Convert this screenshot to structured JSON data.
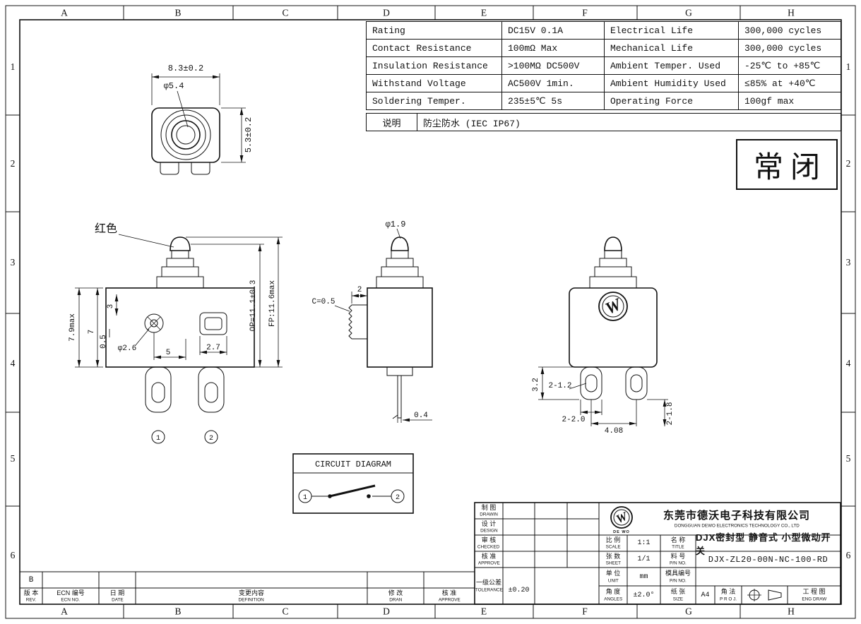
{
  "sheet": {
    "cols": [
      "A",
      "B",
      "C",
      "D",
      "E",
      "F",
      "G",
      "H"
    ],
    "rows": [
      "1",
      "2",
      "3",
      "4",
      "5",
      "6"
    ],
    "rev_marker": "B"
  },
  "spec_table": {
    "rows": [
      [
        "Rating",
        "DC15V 0.1A",
        "Electrical Life",
        "300,000 cycles"
      ],
      [
        "Contact Resistance",
        "100mΩ Max",
        "Mechanical Life",
        "300,000 cycles"
      ],
      [
        "Insulation Resistance",
        ">100MΩ DC500V",
        "Ambient Temper. Used",
        "-25℃ to +85℃"
      ],
      [
        "Withstand Voltage",
        "AC500V 1min.",
        "Ambient Humidity Used",
        "≤85% at +40℃"
      ],
      [
        "Soldering Temper.",
        "235±5℃ 5s",
        "Operating Force",
        "100gf max"
      ]
    ],
    "note_label": "说明",
    "note_value": "防尘防水 (IEC IP67)"
  },
  "state_box": {
    "label": "常闭"
  },
  "views": {
    "top": {
      "dim_width": "8.3±0.2",
      "dim_dia": "φ5.4",
      "dim_height": "5.3±0.2"
    },
    "front": {
      "color_label": "红色",
      "dim_total_h": "7.9max",
      "dim_7": "7",
      "dim_3": "3",
      "dim_05": "0.5",
      "dim_dia": "φ2.6",
      "dim_5": "5",
      "dim_27": "2.7",
      "dim_op": "OP=11.1±0.3",
      "dim_fp": "FP:11.6max",
      "terminal_1": "1",
      "terminal_2": "2"
    },
    "side": {
      "dim_dia": "φ1.9",
      "dim_c": "C=0.5",
      "dim_2": "2",
      "dim_04": "0.4"
    },
    "back": {
      "dim_32": "3.2",
      "dim_2x12": "2-1.2",
      "dim_2x20": "2-2.0",
      "dim_408": "4.08",
      "dim_2x18": "2-1.8"
    }
  },
  "circuit": {
    "title": "CIRCUIT DIAGRAM",
    "terminal_1": "1",
    "terminal_2": "2"
  },
  "title_block": {
    "company_cn": "东莞市德沃电子科技有限公司",
    "company_en": "DONGGUAN DEWO ELECTRONICS TECHNOLOGY CO., LTD",
    "logo_caption": "DE WO",
    "drawin": {
      "cn": "制 图",
      "en": "DRAWIN"
    },
    "design": {
      "cn": "设 计",
      "en": "DESIGN"
    },
    "checked": {
      "cn": "审 核",
      "en": "CHECKED"
    },
    "approve": {
      "cn": "核 准",
      "en": "APPROVE"
    },
    "tolerance": {
      "cn": "一级公差",
      "en": "TOLERANCE",
      "value": "±0.20"
    },
    "scale": {
      "cn": "比 例",
      "en": "SCALE",
      "value": "1:1"
    },
    "sheet": {
      "cn": "张 数",
      "en": "SHEET",
      "value": "1/1"
    },
    "unit": {
      "cn": "单 位",
      "en": "UNIT",
      "value": "mm"
    },
    "angles": {
      "cn": "角 度",
      "en": "ANGLES",
      "value": "±2.0°"
    },
    "title": {
      "cn": "名 称",
      "en": "TITLE",
      "value": "DJX密封型 静音式 小型微动开关"
    },
    "part_no": {
      "cn": "料 号",
      "en": "P/N NO.",
      "value": "DJX-ZL20-00N-NC-100-RD"
    },
    "mold_no": {
      "cn": "模具编号",
      "en": "P/N NO."
    },
    "size": {
      "cn": "纸 张",
      "en": "SIZE",
      "value": "A4"
    },
    "projection": {
      "cn": "角 法",
      "en": "P R O J."
    },
    "eng_draw": {
      "cn": "工 程 图",
      "en": "ENG DRAW"
    }
  },
  "rev_strip": {
    "rev": {
      "cn": "版 本",
      "en": "REV."
    },
    "ecn": {
      "cn": "ECN 编号",
      "en": "ECN NO."
    },
    "date": {
      "cn": "日 期",
      "en": "DATE"
    },
    "definition": {
      "cn": "变更内容",
      "en": "DEFINITION"
    },
    "dran": {
      "cn": "修 改",
      "en": "DRAN"
    },
    "approve": {
      "cn": "核 准",
      "en": "APPROVE"
    }
  }
}
